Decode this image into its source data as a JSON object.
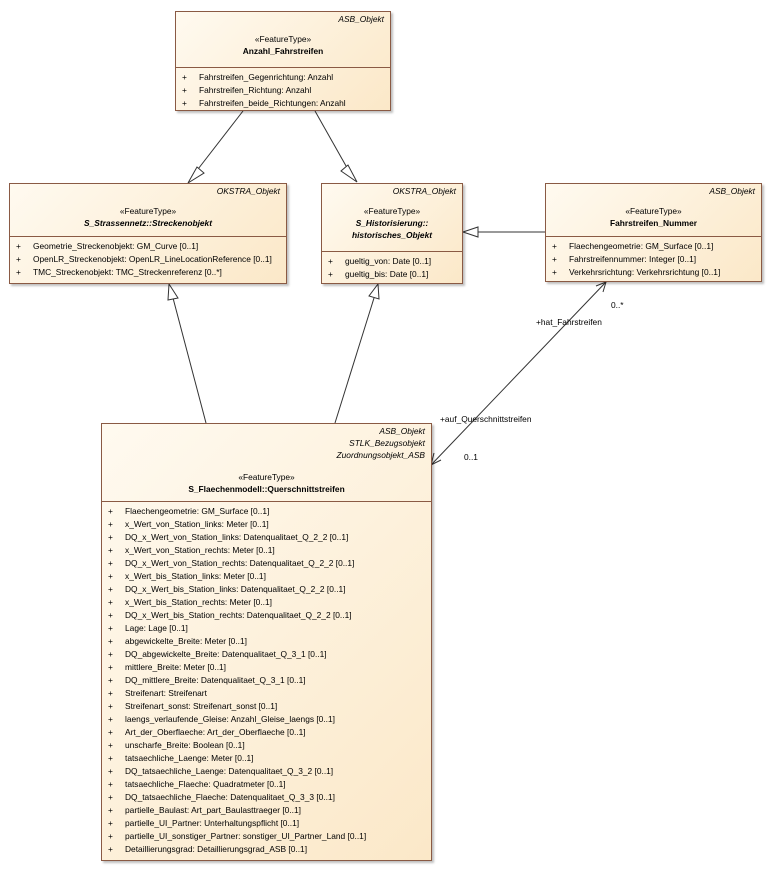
{
  "classes": {
    "anzahl": {
      "tags": [
        "ASB_Objekt"
      ],
      "stereotype": "«FeatureType»",
      "name": [
        "Anzahl_Fahrstreifen"
      ],
      "attributes": [
        "Fahrstreifen_Gegenrichtung: Anzahl",
        "Fahrstreifen_Richtung: Anzahl",
        "Fahrstreifen_beide_Richtungen: Anzahl"
      ]
    },
    "strecken": {
      "tags": [
        "OKSTRA_Objekt"
      ],
      "stereotype": "«FeatureType»",
      "name": [
        "S_Strassennetz::Streckenobjekt"
      ],
      "attributes": [
        "Geometrie_Streckenobjekt: GM_Curve [0..1]",
        "OpenLR_Streckenobjekt: OpenLR_LineLocationReference [0..1]",
        "TMC_Streckenobjekt: TMC_Streckenreferenz [0..*]"
      ]
    },
    "historisch": {
      "tags": [
        "OKSTRA_Objekt"
      ],
      "stereotype": "«FeatureType»",
      "name": [
        "S_Historisierung::",
        "historisches_Objekt"
      ],
      "attributes": [
        "gueltig_von: Date [0..1]",
        "gueltig_bis: Date [0..1]"
      ]
    },
    "nummer": {
      "tags": [
        "ASB_Objekt"
      ],
      "stereotype": "«FeatureType»",
      "name": [
        "Fahrstreifen_Nummer"
      ],
      "attributes": [
        "Flaechengeometrie: GM_Surface [0..1]",
        "Fahrstreifennummer: Integer [0..1]",
        "Verkehrsrichtung: Verkehrsrichtung [0..1]"
      ]
    },
    "quer": {
      "tags": [
        "ASB_Objekt",
        "STLK_Bezugsobjekt",
        "Zuordnungsobjekt_ASB"
      ],
      "stereotype": "«FeatureType»",
      "name": [
        "S_Flaechenmodell::Querschnittstreifen"
      ],
      "attributes": [
        "Flaechengeometrie: GM_Surface [0..1]",
        "x_Wert_von_Station_links: Meter [0..1]",
        "DQ_x_Wert_von_Station_links: Datenqualitaet_Q_2_2 [0..1]",
        "x_Wert_von_Station_rechts: Meter [0..1]",
        "DQ_x_Wert_von_Station_rechts: Datenqualitaet_Q_2_2 [0..1]",
        "x_Wert_bis_Station_links: Meter [0..1]",
        "DQ_x_Wert_bis_Station_links: Datenqualitaet_Q_2_2 [0..1]",
        "x_Wert_bis_Station_rechts: Meter [0..1]",
        "DQ_x_Wert_bis_Station_rechts: Datenqualitaet_Q_2_2 [0..1]",
        "Lage: Lage [0..1]",
        "abgewickelte_Breite: Meter [0..1]",
        "DQ_abgewickelte_Breite: Datenqualitaet_Q_3_1 [0..1]",
        "mittlere_Breite: Meter [0..1]",
        "DQ_mittlere_Breite: Datenqualitaet_Q_3_1 [0..1]",
        "Streifenart: Streifenart",
        "Streifenart_sonst: Streifenart_sonst [0..1]",
        "laengs_verlaufende_Gleise: Anzahl_Gleise_laengs [0..1]",
        "Art_der_Oberflaeche: Art_der_Oberflaeche [0..1]",
        "unscharfe_Breite: Boolean [0..1]",
        "tatsaechliche_Laenge: Meter [0..1]",
        "DQ_tatsaechliche_Laenge: Datenqualitaet_Q_3_2 [0..1]",
        "tatsaechliche_Flaeche: Quadratmeter [0..1]",
        "DQ_tatsaechliche_Flaeche: Datenqualitaet_Q_3_3 [0..1]",
        "partielle_Baulast: Art_part_Baulasttraeger [0..1]",
        "partielle_UI_Partner: Unterhaltungspflicht [0..1]",
        "partielle_UI_sonstiger_Partner: sonstiger_UI_Partner_Land [0..1]",
        "Detaillierungsgrad: Detaillierungsgrad_ASB [0..1]"
      ]
    }
  },
  "association": {
    "role_top": "+hat_Fahrstreifen",
    "mult_top": "0..*",
    "role_bottom": "+auf_Querschnittstreifen",
    "mult_bottom": "0..1"
  },
  "attribute_marker": "+",
  "colors": {
    "border": "#8a5a44",
    "fill_top": "#fffaf0",
    "fill_bottom": "#fbe8c8"
  }
}
